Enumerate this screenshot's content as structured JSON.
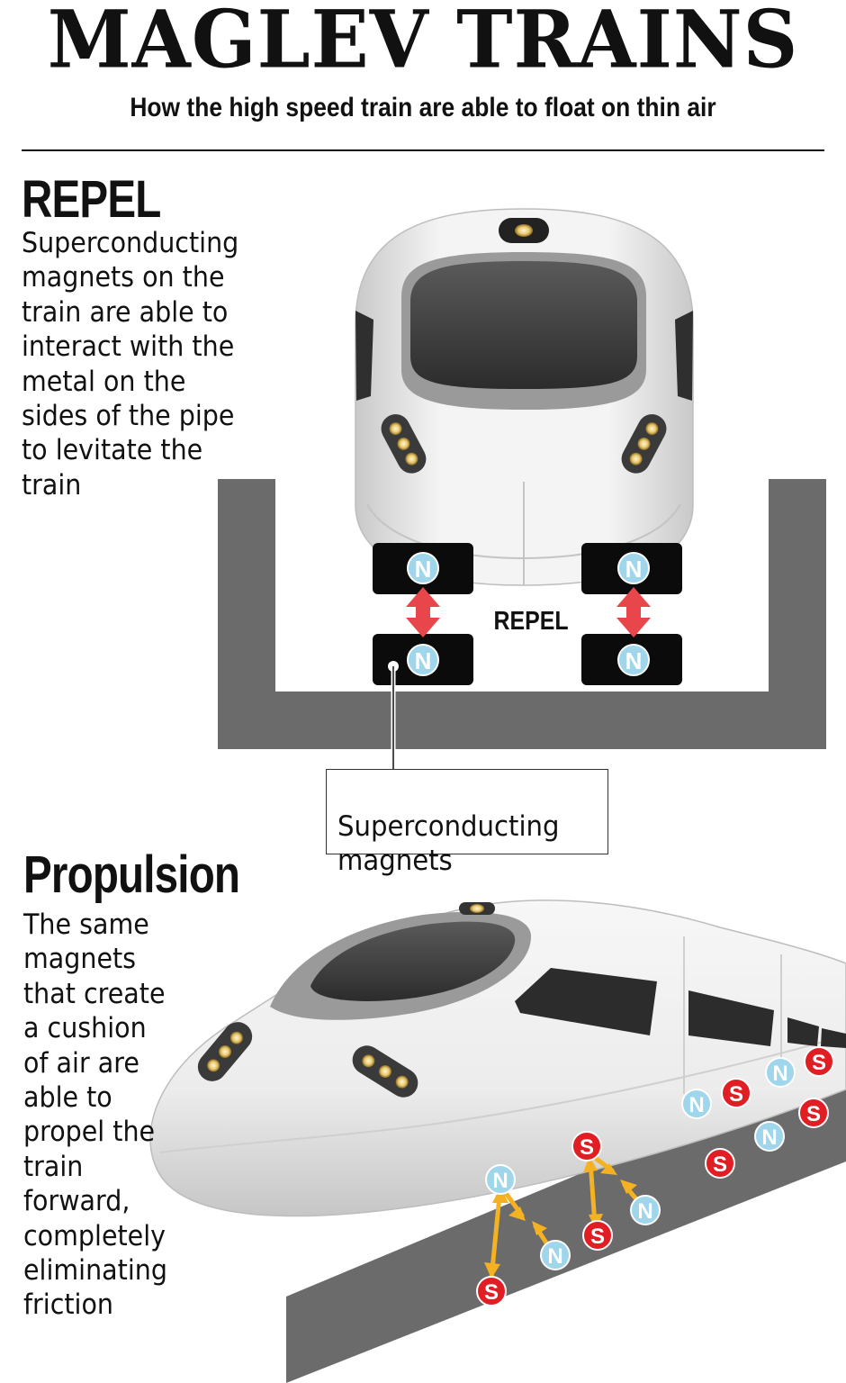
{
  "header": {
    "title": "MAGLEV TRAINS",
    "subtitle": "How the high speed train are able to float on thin air"
  },
  "repel_section": {
    "heading": "REPEL",
    "body": "Superconducting\nmagnets on the\ntrain are able to\ninteract with the\nmetal on the\nsides of the pipe\nto levitate the\ntrain",
    "diagram_label": "REPEL",
    "magnet_pole": "N",
    "callout": "Superconducting\nmagnets"
  },
  "propulsion_section": {
    "heading": "Propulsion",
    "body": "The same\nmagnets\nthat create\na cushion\nof air are\nable to\npropel the\ntrain\nforward,\ncompletely\neliminating\nfriction",
    "pole_north": "N",
    "pole_south": "S"
  },
  "colors": {
    "north": "#9fd6ec",
    "south": "#e21e25",
    "repel_arrow": "#e8464a",
    "attract_arrow": "#f4b223",
    "track": "#6b6b6b",
    "magnet_block": "#0b0b0b"
  },
  "icons": [
    "train-front-icon",
    "train-side-icon",
    "double-arrow-icon"
  ]
}
